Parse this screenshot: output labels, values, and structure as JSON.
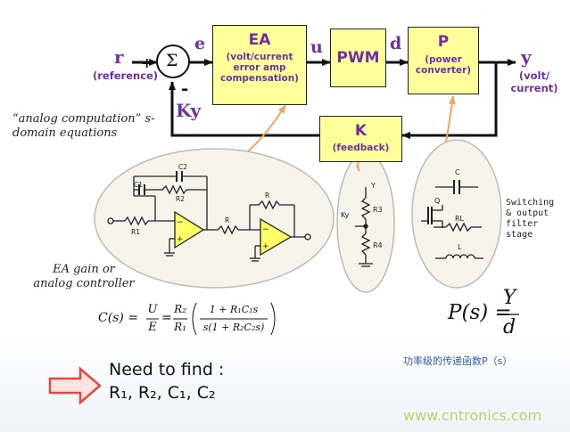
{
  "diagram": {
    "signals": {
      "r": "r",
      "reference": "(reference)",
      "plus": "+",
      "minus": "-",
      "sum": "Σ",
      "e": "e",
      "u": "u",
      "d": "d",
      "y": "y",
      "y_desc": "(volt/ current)",
      "ky": "Ky"
    },
    "blocks": {
      "ea": {
        "title": "EA",
        "desc": "(volt/current error amp compensation)"
      },
      "pwm": {
        "title": "PWM"
      },
      "p": {
        "title": "P",
        "desc": "(power converter)"
      },
      "k": {
        "title": "K",
        "desc": "(feedback)"
      }
    },
    "notes": {
      "analog": "“analog computation” s-domain equations",
      "ea_gain": "EA gain or analog controller",
      "switching": "Switching & output filter stage",
      "chinese": "功率级的传递函数P（s）"
    },
    "opamp_labels": {
      "c1": "C1",
      "c2": "C2",
      "r1": "R1",
      "r2": "R2",
      "r": "R",
      "r_out": "R",
      "minus1": "−",
      "plus1": "+",
      "minus2": "−",
      "plus2": "+"
    },
    "feedback_labels": {
      "y": "Y",
      "ky": "Ky",
      "r3": "R3",
      "r4": "R4"
    },
    "filter_labels": {
      "c": "C",
      "q": "Q",
      "rl": "RL",
      "l": "L"
    },
    "equations": {
      "cs_lhs": "C(s) =",
      "u": "U",
      "e": "E",
      "eq": "=",
      "r2": "R₂",
      "r1": "R₁",
      "num": "1 + R₁C₁s",
      "den": "s(1 + R₂C₂s)",
      "ps_lhs": "P(s) =",
      "y": "Y",
      "d": "d"
    },
    "need": {
      "title": "Need to find :",
      "vars": "R₁, R₂, C₁, C₂"
    },
    "watermark": "www.cntronics.com",
    "colors": {
      "block_fill": "#ffff99",
      "label_purple": "#7030a0",
      "arrow_orange": "#f4a460",
      "ellipse_fill": "#f5f3ea",
      "red_arrow": "#e04a3c",
      "watermark": "#b5d56b"
    }
  }
}
